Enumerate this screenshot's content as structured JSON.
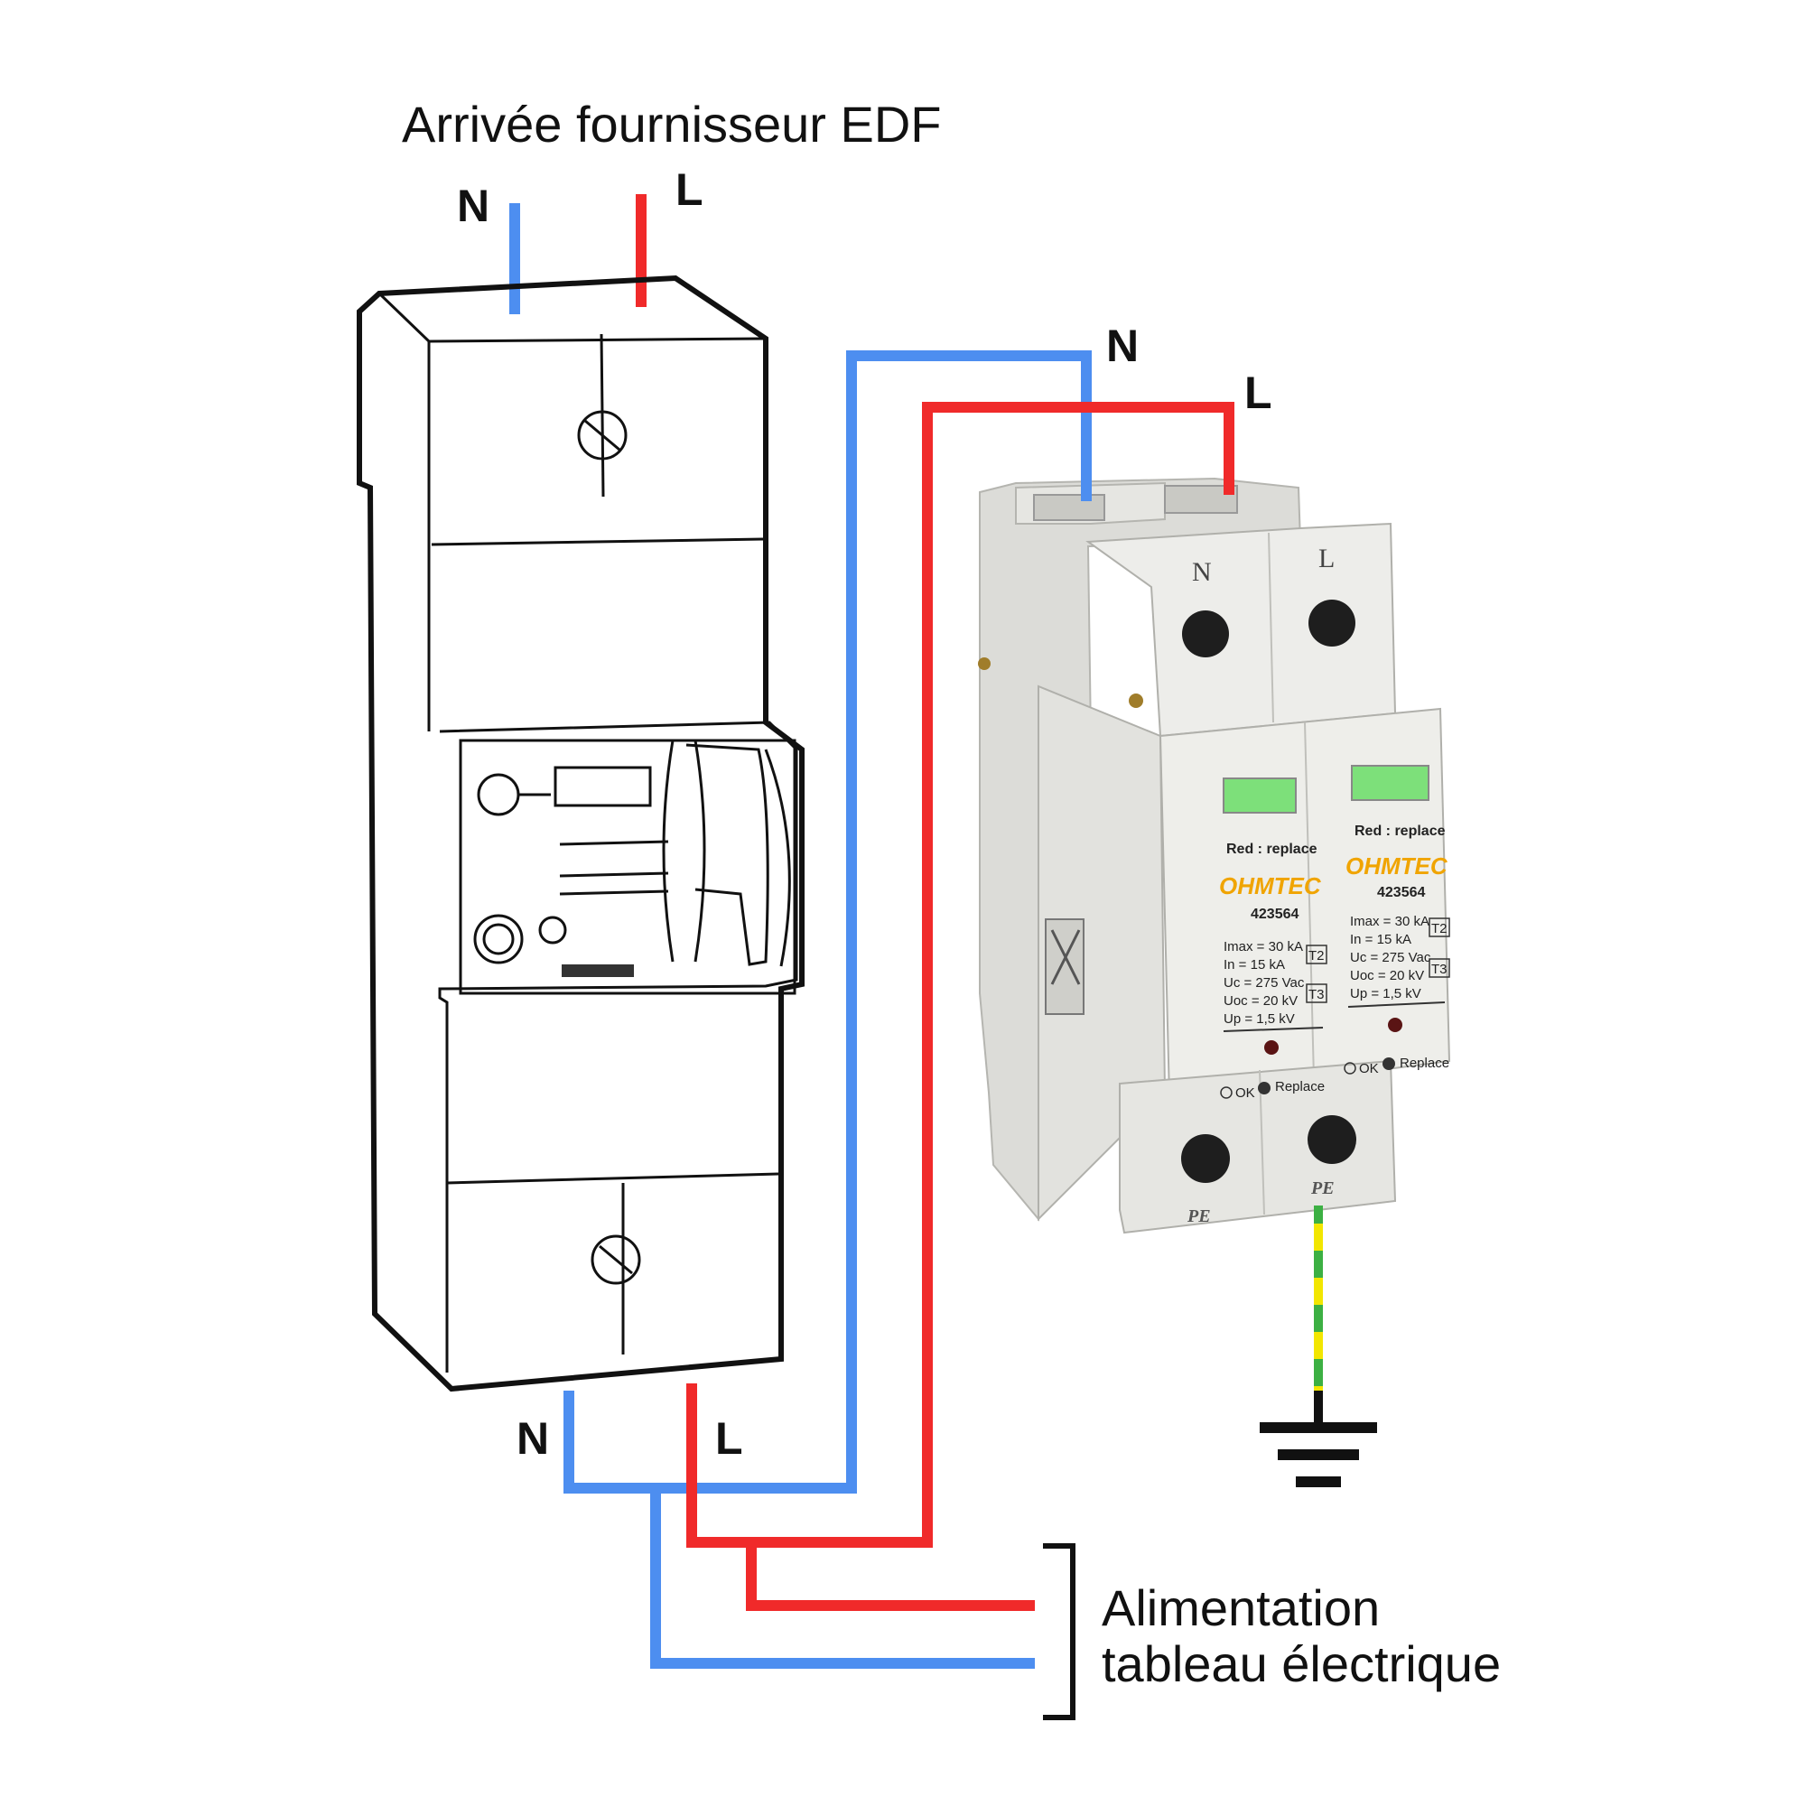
{
  "title": "Arrivée fournisseur EDF",
  "labels": {
    "incoming_n": "N",
    "incoming_l": "L",
    "spd_n": "N",
    "spd_l": "L",
    "bottom_n": "N",
    "bottom_l": "L",
    "output_line1": "Alimentation",
    "output_line2": "tableau électrique"
  },
  "spd": {
    "terminal_n": "N",
    "terminal_l": "L",
    "pe": "PE",
    "poles": [
      {
        "window_label": "Red : replace",
        "brand": "OHMTEC",
        "part": "423564",
        "specs": [
          "Imax = 30 kA",
          "In = 15 kA",
          "Uc = 275 Vac",
          "Uoc = 20 kV",
          "Up = 1,5 kV"
        ],
        "badge_t2": "T2",
        "badge_t3": "T3",
        "status_ok": "OK",
        "status_replace": "Replace"
      },
      {
        "window_label": "Red : replace",
        "brand": "OHMTEC",
        "part": "423564",
        "specs": [
          "Imax = 30 kA",
          "In = 15 kA",
          "Uc = 275 Vac",
          "Uoc = 20 kV",
          "Up = 1,5 kV"
        ],
        "badge_t2": "T2",
        "badge_t3": "T3",
        "status_ok": "OK",
        "status_replace": "Replace"
      }
    ]
  },
  "colors": {
    "neutral": "#4d8ef0",
    "live": "#f02a2a",
    "earth_green": "#3cb043",
    "earth_yellow": "#f2e600",
    "brand_orange": "#f0a400",
    "indicator_green": "#7de07a"
  }
}
